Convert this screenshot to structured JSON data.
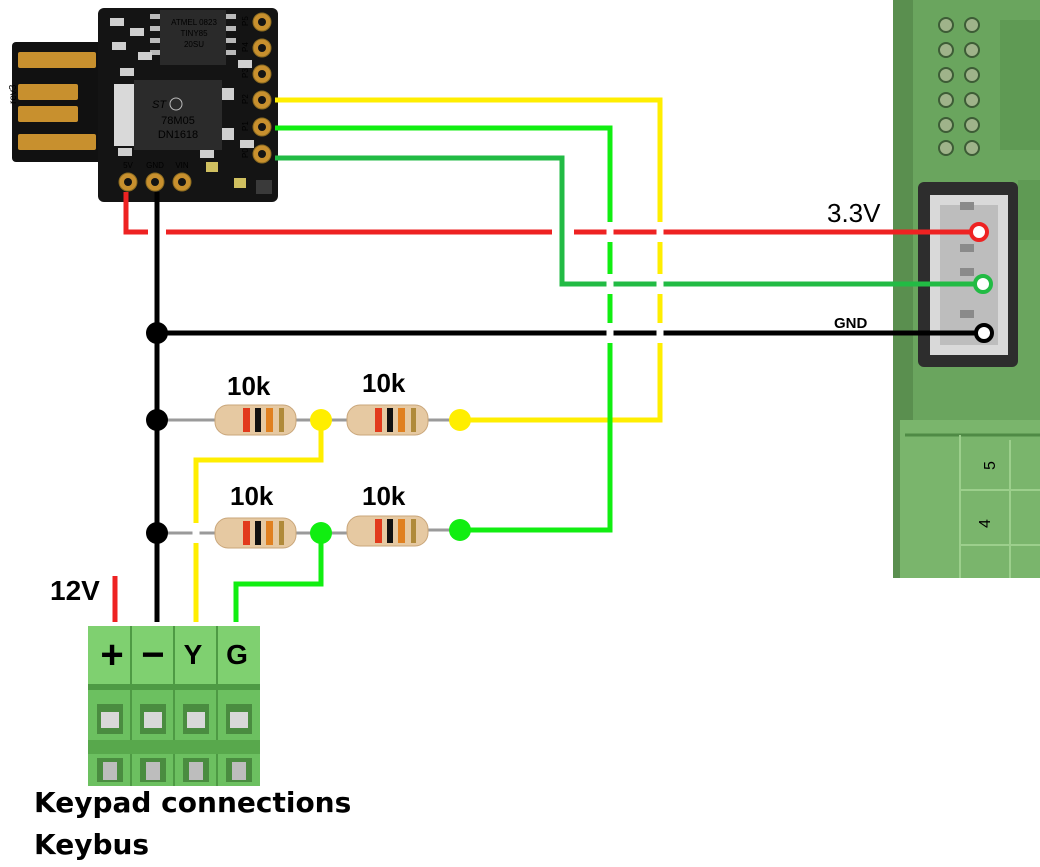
{
  "board": {
    "label_rev": "rev3",
    "chip_top": [
      "ATMEL 0823",
      "TINY85",
      "20SU"
    ],
    "regulator": [
      "78M05",
      "DN1618"
    ],
    "regulator_logo": "ST",
    "header_pins": [
      "P5",
      "P4",
      "P3",
      "P2",
      "P1",
      "P0"
    ],
    "bottom_pins": [
      "5V",
      "GND",
      "VIN"
    ]
  },
  "labels": {
    "v33": "3.3V",
    "gnd": "GND",
    "v12": "12V",
    "r1": "10k",
    "r2": "10k",
    "r3": "10k",
    "r4": "10k"
  },
  "terminal": {
    "plus": "+",
    "minus": "−",
    "y": "Y",
    "g": "G"
  },
  "pcb": {
    "digit_5": "5",
    "digit_4": "4"
  },
  "captions": {
    "line1": "Keypad connections",
    "line2": "Keybus"
  },
  "colors": {
    "red": "#ee2222",
    "yellow": "#ffee00",
    "green": "#22bb44",
    "bright_green": "#11ee11",
    "black": "#000000",
    "terminal_green": "#6cc060",
    "pcb_green": "#6aa55e"
  }
}
